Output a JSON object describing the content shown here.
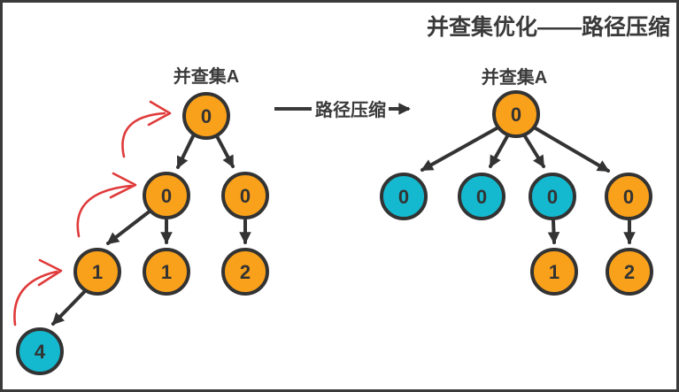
{
  "title": "并查集优化——路径压缩",
  "transform": {
    "label": "路径压缩"
  },
  "colors": {
    "orange": "#F9A11B",
    "cyan": "#14B9CF",
    "outline": "#333333",
    "red": "#E03A3A",
    "title_text": "#3A3A3A"
  },
  "left_tree": {
    "label": "并查集A",
    "nodes": [
      {
        "id": "root",
        "value": "0",
        "color": "orange"
      },
      {
        "id": "child-left",
        "value": "0",
        "color": "orange"
      },
      {
        "id": "child-right",
        "value": "0",
        "color": "orange"
      },
      {
        "id": "grandchild-1a",
        "value": "1",
        "color": "orange"
      },
      {
        "id": "grandchild-1b",
        "value": "1",
        "color": "orange"
      },
      {
        "id": "grandchild-2",
        "value": "2",
        "color": "orange"
      },
      {
        "id": "leaf-4",
        "value": "4",
        "color": "cyan"
      }
    ]
  },
  "right_tree": {
    "label": "并查集A",
    "nodes": [
      {
        "id": "root",
        "value": "0",
        "color": "orange"
      },
      {
        "id": "child-1",
        "value": "0",
        "color": "cyan"
      },
      {
        "id": "child-2",
        "value": "0",
        "color": "cyan"
      },
      {
        "id": "child-3",
        "value": "0",
        "color": "cyan"
      },
      {
        "id": "child-4",
        "value": "0",
        "color": "orange"
      },
      {
        "id": "grandchild-1",
        "value": "1",
        "color": "orange"
      },
      {
        "id": "grandchild-2",
        "value": "2",
        "color": "orange"
      }
    ]
  }
}
